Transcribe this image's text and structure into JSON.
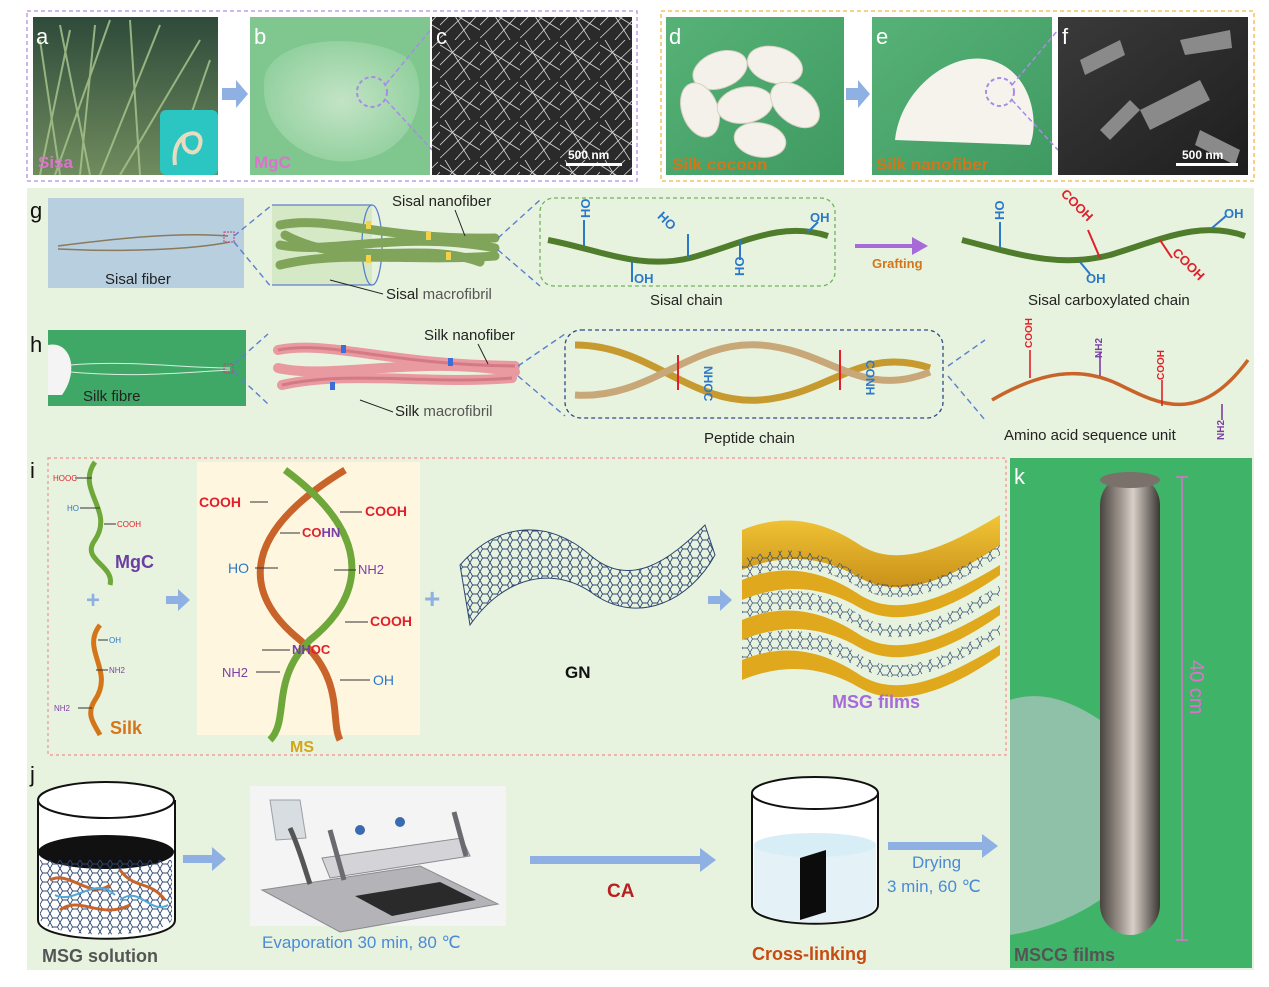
{
  "panels": {
    "a": {
      "letter": "a",
      "caption": "Sisa"
    },
    "b": {
      "letter": "b",
      "caption": "MgC"
    },
    "c": {
      "letter": "c",
      "scale": "500 nm"
    },
    "d": {
      "letter": "d",
      "caption": "Silk cocoon"
    },
    "e": {
      "letter": "e",
      "caption": "Silk nanofiber"
    },
    "f": {
      "letter": "f",
      "scale": "500 nm"
    },
    "g": {
      "letter": "g",
      "fiber": "Sisal fiber",
      "nanofiber": "Sisal nanofiber",
      "macro_a": "Sisal",
      "macro_b": " macrofibril",
      "chain": "Sisal chain",
      "arrow": "Grafting",
      "carboxylated": "Sisal carboxylated chain",
      "oh": "OH",
      "ho": "HO",
      "cooh": "COOH"
    },
    "h": {
      "letter": "h",
      "fibre": "Silk fibre",
      "nanofiber": "Silk nanofiber",
      "macro_a": "Silk",
      "macro_b": " macrofibril",
      "chain": "Peptide chain",
      "unit": "Amino acid sequence unit",
      "nhoc": "NHOC",
      "con": "CONH",
      "cooh": "COOH",
      "nh2": "NH2"
    },
    "i": {
      "letter": "i",
      "mgc": "MgC",
      "silk": "Silk",
      "plus": "+",
      "ms": "MS",
      "gn": "GN",
      "msg": "MSG films",
      "hooc": "HOOC",
      "ho": "HO",
      "cooh": "COOH",
      "oh": "OH",
      "nh2": "NH2",
      "cohn_a": "CO",
      "cohn_b": "HN",
      "nhoc_a": "NH",
      "nhoc_b": "OC"
    },
    "j": {
      "letter": "j",
      "solution": "MSG solution",
      "evaporation": "Evaporation 30 min, 80 ℃",
      "ca": "CA",
      "crosslink": "Cross-linking",
      "drying": "Drying",
      "drying_cond": "3 min, 60 ℃"
    },
    "k": {
      "letter": "k",
      "length": "40 cm",
      "caption": "MSCG films"
    }
  },
  "colors": {
    "arrow_blue": "#8fb0e3",
    "grafting_purple": "#a66bd9",
    "sisal_green": "#4f7d2c",
    "cooh_red": "#e0202a",
    "oh_blue": "#2a78c8",
    "nh2_purple": "#7a3fa6",
    "silk_orange": "#c8642a",
    "label_orange": "#d4751a",
    "label_pink": "#e070d0",
    "panel_green_bg": "#e8f3df",
    "graphene_blue": "#2c4670",
    "gold": "#e0a81c"
  }
}
